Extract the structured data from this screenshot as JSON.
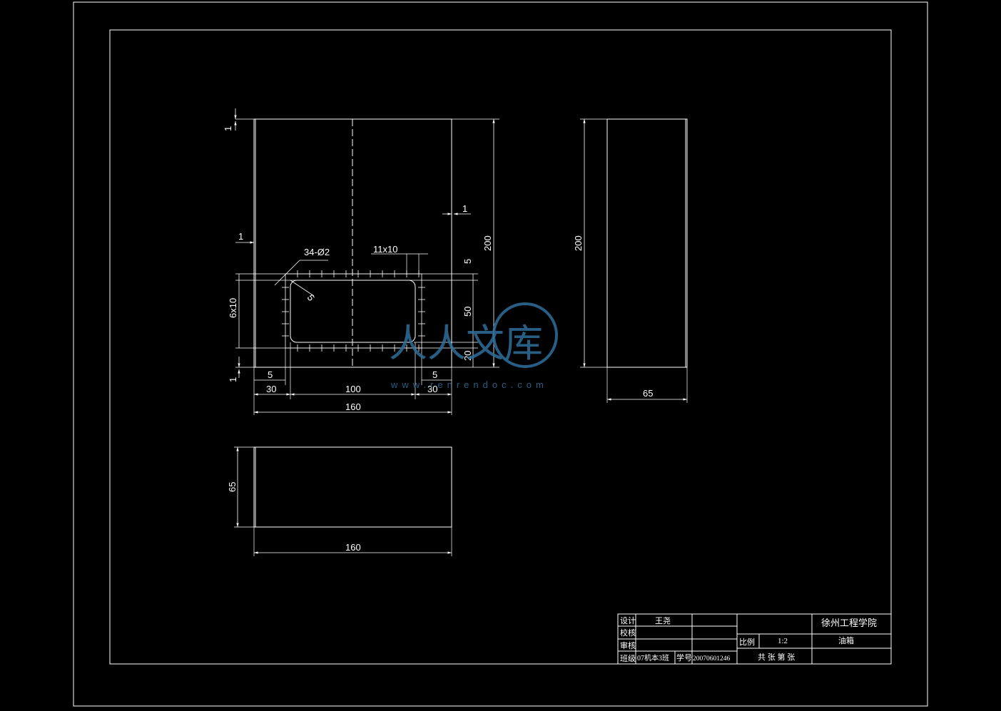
{
  "colors": {
    "background": "#000000",
    "line": "#ffffff",
    "watermark": "#2f6f9a"
  },
  "front_view": {
    "dims": {
      "top_margin": "1",
      "right_margin": "1",
      "left_margin": "1",
      "holes": "34-Ø2",
      "slot_pitch": "11x10",
      "radius": "5",
      "top_gap": "5",
      "window_height": "50",
      "bottom_gap": "20",
      "height": "200",
      "side_pitch": "6x10",
      "bottom_margin": "1",
      "left_offset_5": "5",
      "right_offset_5": "5",
      "left_30": "30",
      "middle_100": "100",
      "right_30": "30",
      "width": "160"
    }
  },
  "side_view": {
    "height": "200",
    "depth": "65"
  },
  "top_view": {
    "depth": "65",
    "width": "160"
  },
  "watermark": {
    "logo_text": "人人文库",
    "url": "www.renrendoc.com"
  },
  "title_block": {
    "design_label": "设计",
    "design_value": "王尧",
    "check_label": "校核",
    "review_label": "审核",
    "class_label": "班级",
    "class_value": "07机本3班",
    "student_no_label": "学号",
    "student_no_value": "20070601246",
    "institution": "徐州工程学院",
    "scale_label": "比例",
    "scale_value": "1:2",
    "part_name": "油箱",
    "sheet_info": "共 张 第 张"
  }
}
